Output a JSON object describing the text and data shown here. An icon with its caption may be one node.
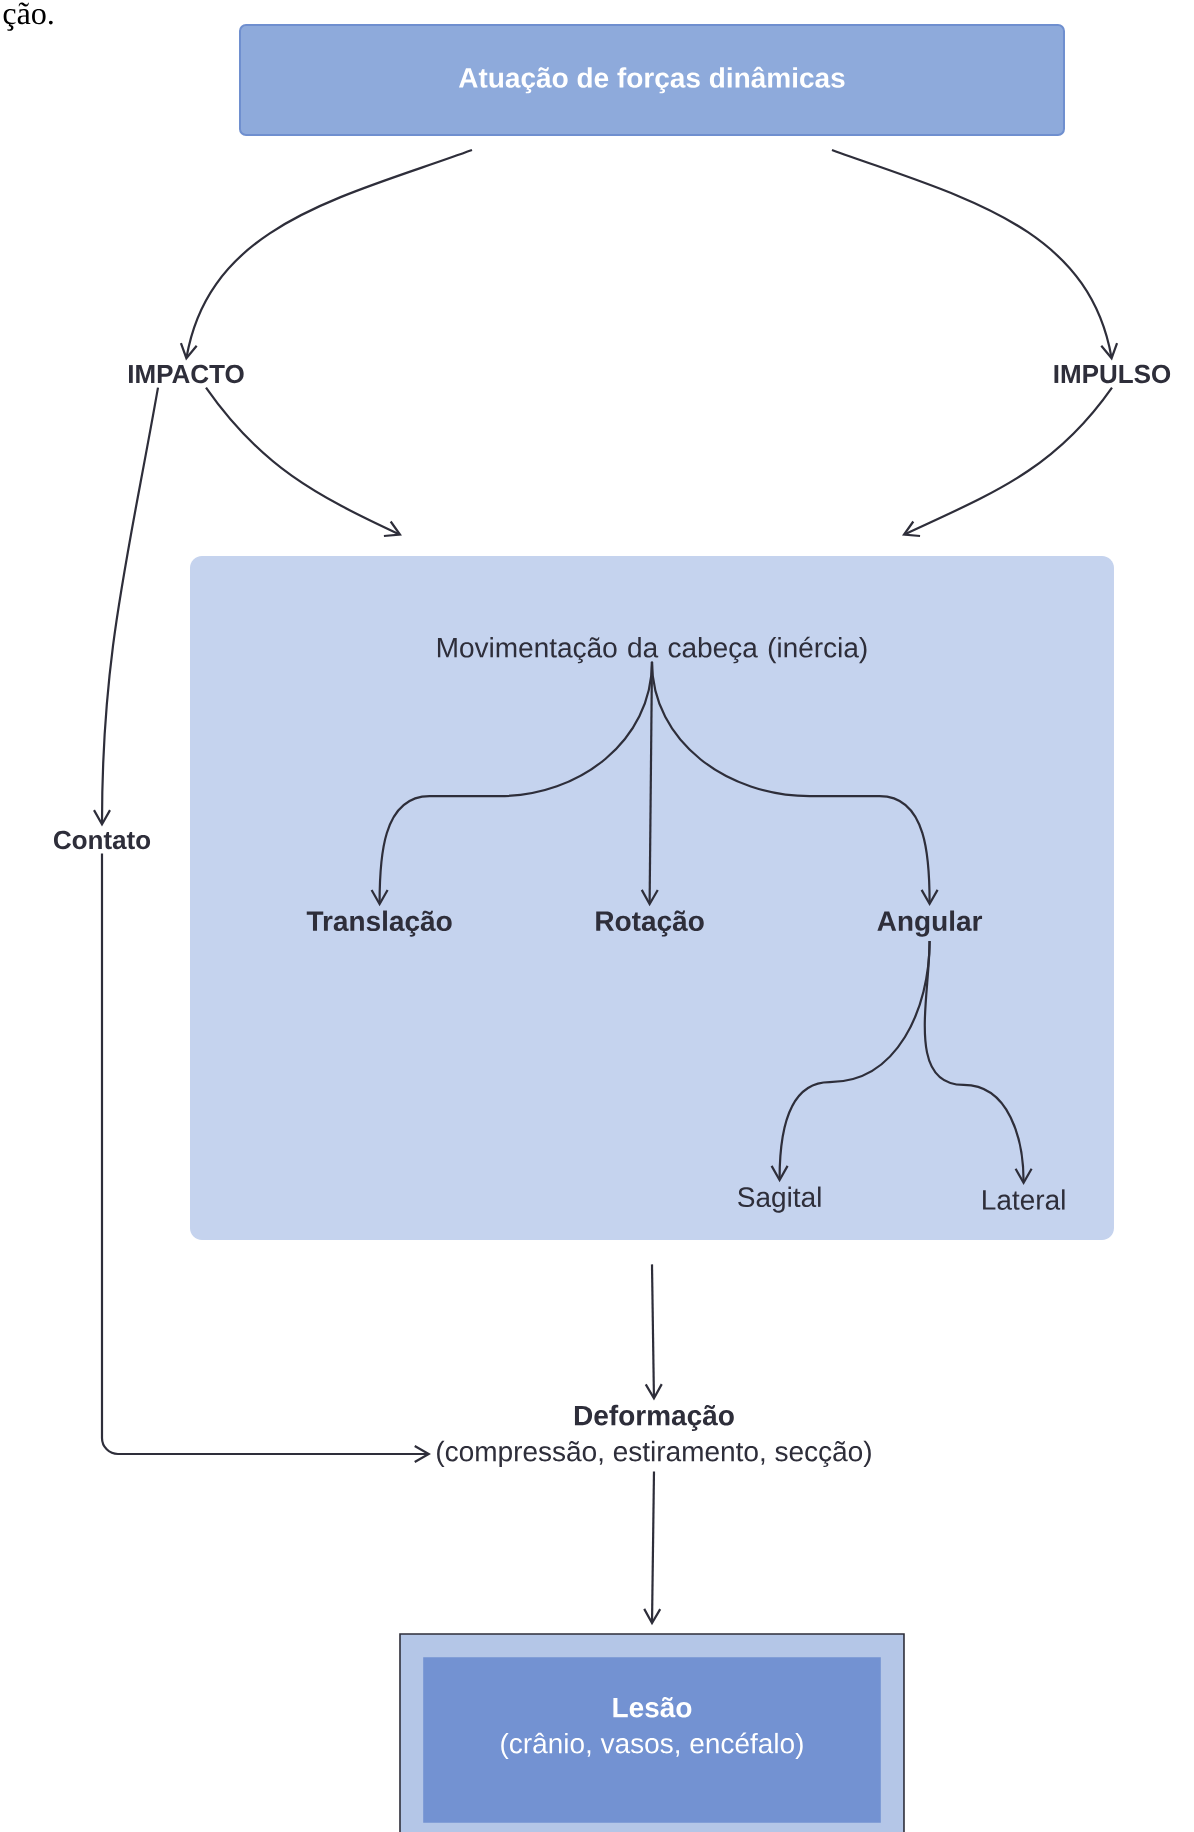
{
  "diagram": {
    "nodes": [
      {
        "text": [
          "Atuação de forças dinâmicas"
        ]
      },
      {
        "text": [
          "IMPACTO"
        ]
      },
      {
        "text": [
          "IMPULSO"
        ]
      },
      {
        "text": [
          "Movimentação da cabeça (inércia)"
        ]
      },
      {
        "text": [
          "Translação"
        ],
        "in": 3
      },
      {
        "text": [
          "Rotação"
        ],
        "in": 3
      },
      {
        "text": [
          "Angular"
        ],
        "in": 3
      },
      {
        "text": [
          "Sagital"
        ],
        "in": 3
      },
      {
        "text": [
          "Lateral"
        ],
        "in": 3
      },
      {
        "text": [
          "Contato"
        ]
      },
      {
        "text": [
          "Deformação",
          "(compressão, estiramento, secção)"
        ]
      },
      {
        "text": [
          "Lesão",
          "(crânio, vasos, encéfalo)"
        ]
      }
    ],
    "edges": [
      {
        "from": 0,
        "to": 1,
        "arrow": "to"
      },
      {
        "from": 0,
        "to": 2,
        "arrow": "to"
      },
      {
        "from": 1,
        "to": 3,
        "arrow": "to"
      },
      {
        "from": 2,
        "to": 3,
        "arrow": "to"
      },
      {
        "from": 1,
        "to": 9,
        "arrow": "to"
      },
      {
        "from": 9,
        "to": 10,
        "arrow": "to"
      },
      {
        "from": 3,
        "to": 4,
        "arrow": "to"
      },
      {
        "from": 3,
        "to": 5,
        "arrow": "to"
      },
      {
        "from": 3,
        "to": 6,
        "arrow": "to"
      },
      {
        "from": 6,
        "to": 7,
        "arrow": "to"
      },
      {
        "from": 6,
        "to": 8,
        "arrow": "to"
      },
      {
        "from": 3,
        "to": 10,
        "arrow": "to"
      },
      {
        "from": 10,
        "to": 11,
        "arrow": "to"
      }
    ],
    "labels": [
      "ção."
    ]
  }
}
